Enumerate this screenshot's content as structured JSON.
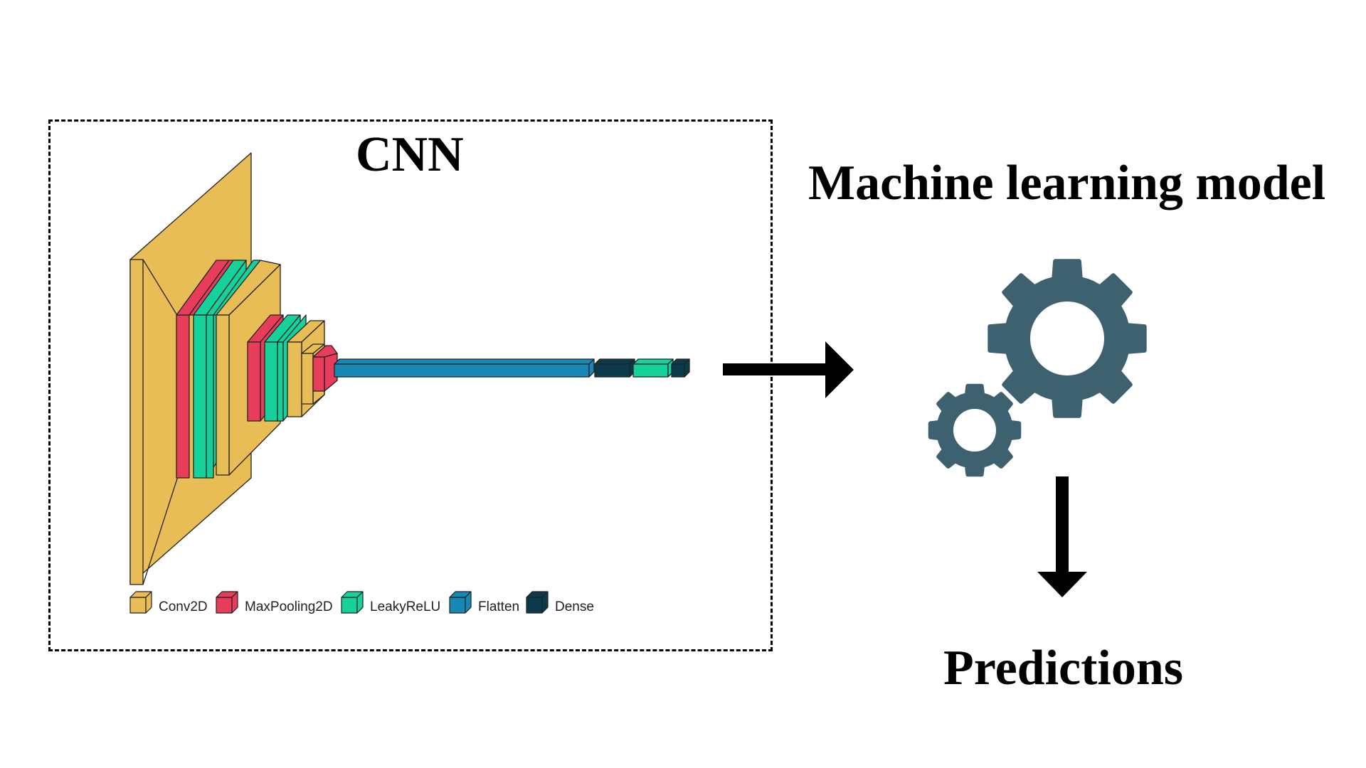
{
  "cnn": {
    "title": "CNN"
  },
  "model": {
    "title": "Machine learning model"
  },
  "output": {
    "title": "Predictions"
  },
  "legend": [
    {
      "label": "Conv2D",
      "color": "#E9BD55"
    },
    {
      "label": "MaxPooling2D",
      "color": "#E73D5B"
    },
    {
      "label": "LeakyReLU",
      "color": "#16D19B"
    },
    {
      "label": "Flatten",
      "color": "#1787B4"
    },
    {
      "label": "Dense",
      "color": "#0B3A4C"
    }
  ],
  "colors": {
    "gear": "#3E6170",
    "arrow": "#000000"
  }
}
